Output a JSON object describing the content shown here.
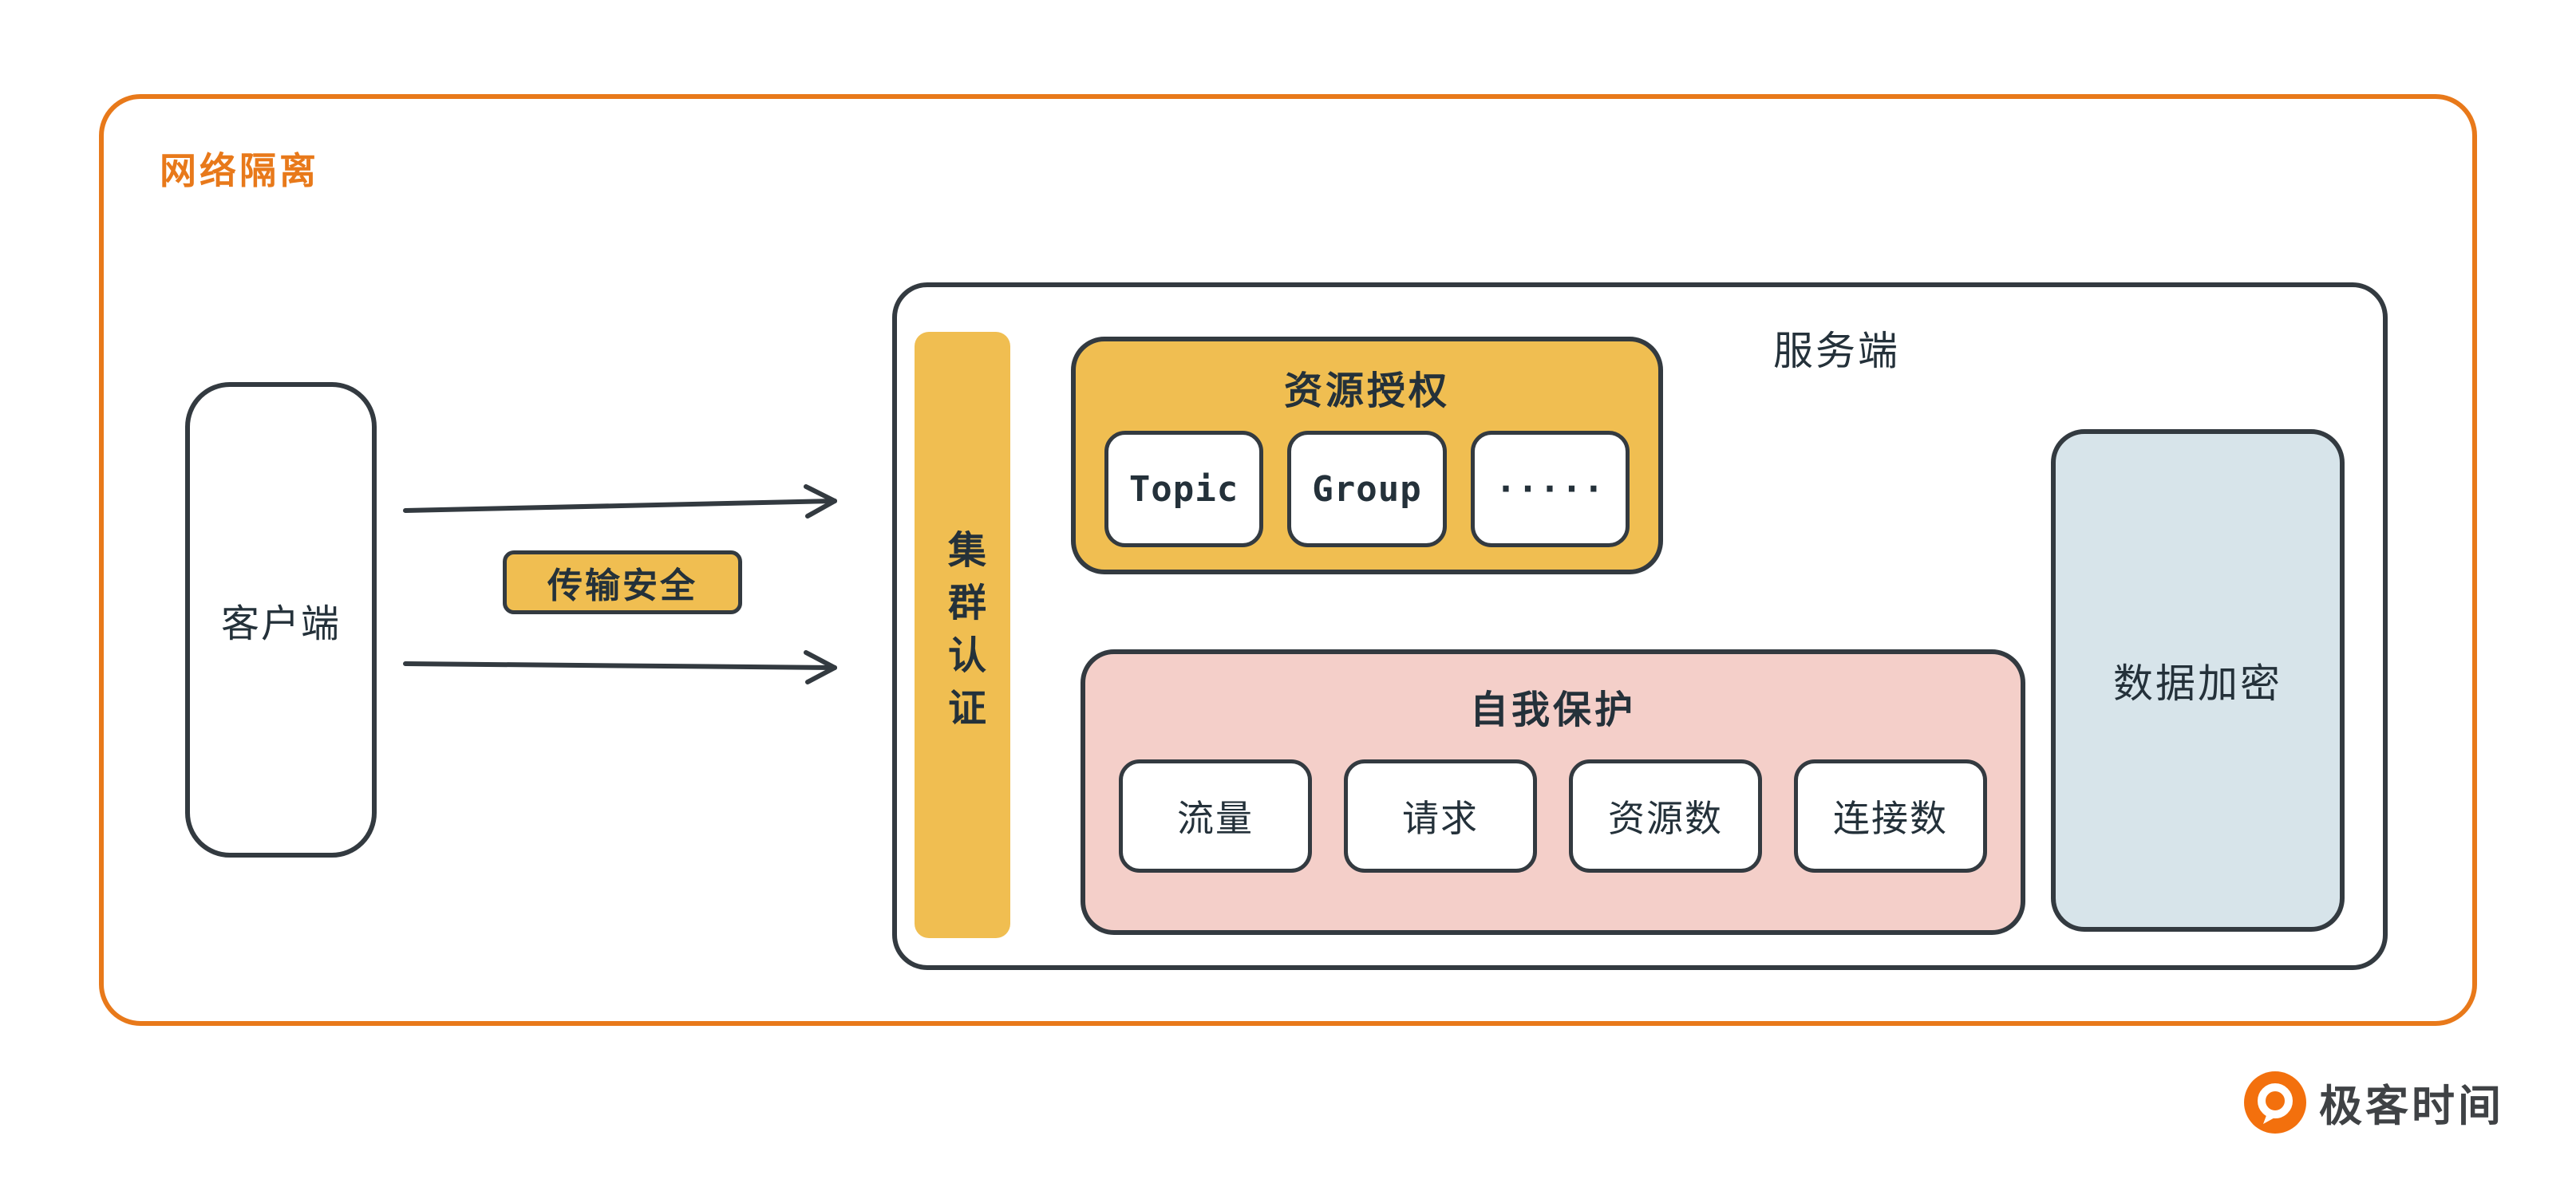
{
  "diagram": {
    "network_isolation_label": "网络隔离",
    "client_label": "客户端",
    "transport_security_label": "传输安全",
    "server_label": "服务端",
    "cluster_auth_label": "集群认证",
    "resource_auth": {
      "title": "资源授权",
      "items": [
        "Topic",
        "Group",
        "·····"
      ]
    },
    "self_protection": {
      "title": "自我保护",
      "items": [
        "流量",
        "请求",
        "资源数",
        "连接数"
      ]
    },
    "data_encryption_label": "数据加密",
    "colors": {
      "accent_orange": "#E8791A",
      "box_yellow": "#F0BE51",
      "box_pink": "#F4CFC9",
      "box_blue": "#D7E4EA",
      "stroke_dark": "#333A40"
    }
  },
  "footer": {
    "brand": "极客时间"
  }
}
